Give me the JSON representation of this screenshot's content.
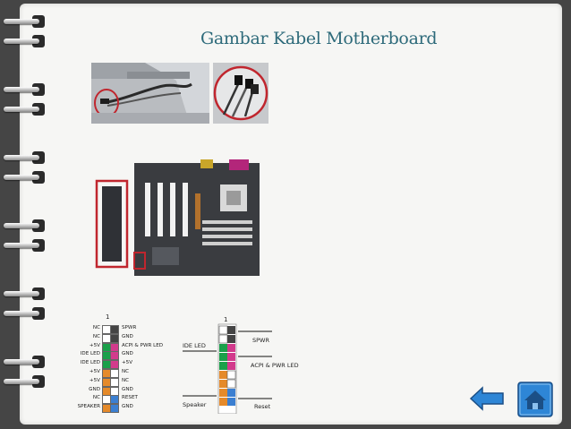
{
  "slide": {
    "title": "Gambar Kabel Motherboard"
  },
  "diagram_left": {
    "header": "1",
    "rows": [
      {
        "left": "NC",
        "right": "SPWR",
        "colors": [
          "#ffffff",
          "#444444"
        ]
      },
      {
        "left": "NC",
        "right": "GND",
        "colors": [
          "#ffffff",
          "#444444"
        ]
      },
      {
        "left": "+5V",
        "right": "ACPI & PWR LED",
        "colors": [
          "#1aa04a",
          "#d23a8c"
        ]
      },
      {
        "left": "IDE LED",
        "right": "GND",
        "colors": [
          "#1aa04a",
          "#d23a8c"
        ]
      },
      {
        "left": "IDE LED",
        "right": "+5V",
        "colors": [
          "#1aa04a",
          "#d23a8c"
        ]
      },
      {
        "left": "+5V",
        "right": "NC",
        "colors": [
          "#e58a2a",
          "#ffffff"
        ]
      },
      {
        "left": "+5V",
        "right": "NC",
        "colors": [
          "#e58a2a",
          "#ffffff"
        ]
      },
      {
        "left": "GND",
        "right": "GND",
        "colors": [
          "#e58a2a",
          "#ffffff"
        ]
      },
      {
        "left": "NC",
        "right": "RESET",
        "colors": [
          "#ffffff",
          "#3b7fd1"
        ]
      },
      {
        "left": "SPEAKER",
        "right": "GND",
        "colors": [
          "#e58a2a",
          "#3b7fd1"
        ]
      }
    ]
  },
  "diagram_right": {
    "header": "1",
    "labels": {
      "spwr": "SPWR",
      "acpi": "ACPI & PWR LED",
      "ide": "IDE LED",
      "speaker": "Speaker",
      "reset": "Reset"
    }
  },
  "nav": {
    "back_color": "#2e86d6",
    "home_color": "#2e86d6"
  }
}
